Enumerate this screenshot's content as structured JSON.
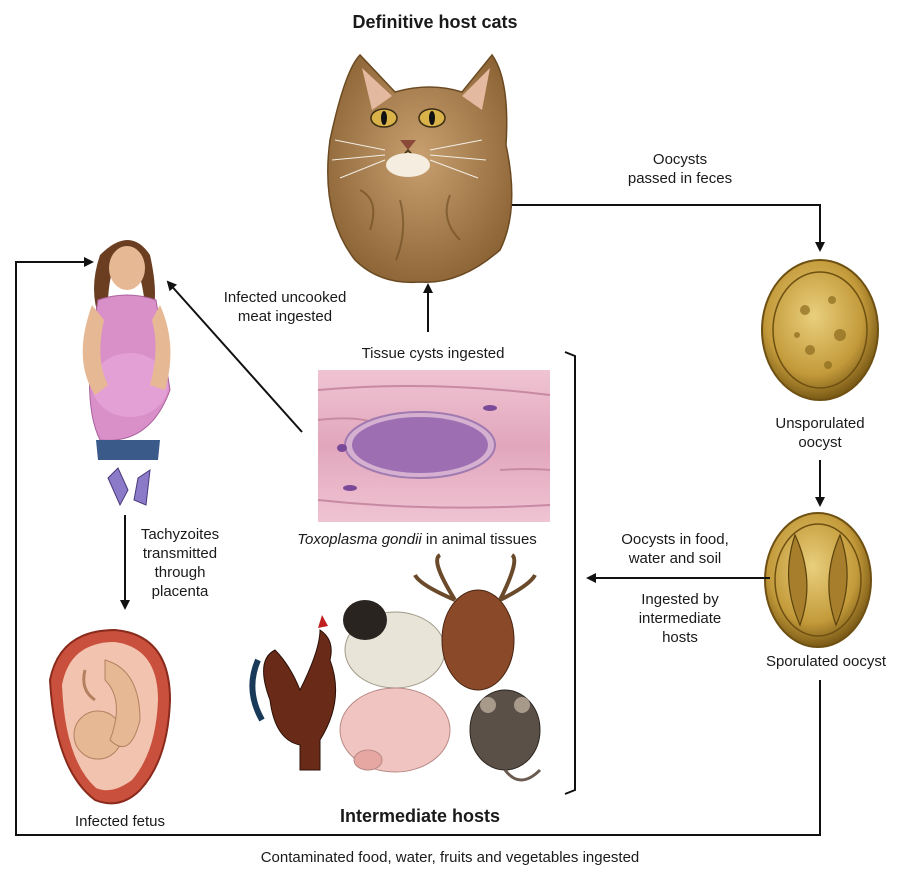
{
  "diagram": {
    "definitive_host": "Definitive host cats",
    "intermediate_hosts": "Intermediate hosts",
    "oocysts_passed": [
      "Oocysts",
      "passed in feces"
    ],
    "unsporulated": [
      "Unsporulated",
      "oocyst"
    ],
    "sporulated": "Sporulated oocyst",
    "oocysts_food": [
      "Oocysts in food,",
      "water and soil"
    ],
    "ingested_by": [
      "Ingested by",
      "intermediate",
      "hosts"
    ],
    "tissue_cysts": "Tissue cysts ingested",
    "toxo_italic": "Toxoplasma gondii",
    "toxo_rest": " in animal tissues",
    "infected_meat": [
      "Infected uncooked",
      "meat ingested"
    ],
    "tachyzoites": [
      "Tachyzoites",
      "transmitted",
      "through",
      "placenta"
    ],
    "infected_fetus": "Infected fetus",
    "contaminated": "Contaminated food, water, fruits and vegetables ingested"
  },
  "colors": {
    "arrow": "#111111",
    "oocyst_gold": "#c9a545",
    "oocyst_dark": "#8a6a1c",
    "tissue_pink": "#e7b3c6",
    "cyst_purple": "#8a5aa8",
    "cat_fur": "#a07a4a",
    "shirt_pink": "#d98fc8",
    "uterus": "#c9503c"
  }
}
